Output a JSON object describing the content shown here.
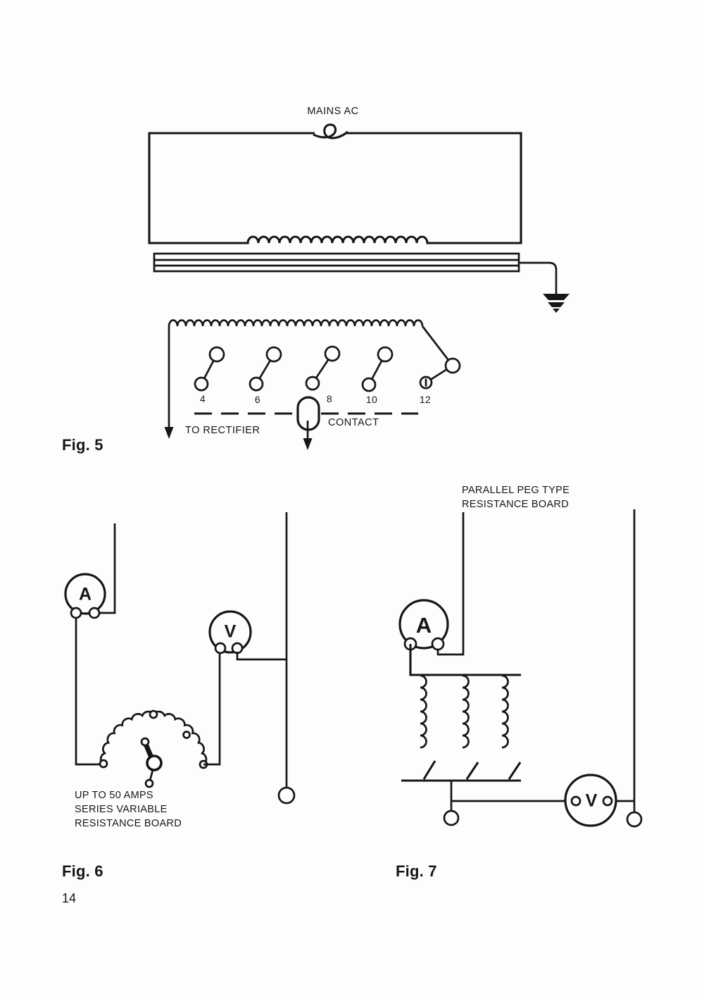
{
  "page": {
    "number": "14",
    "colors": {
      "ink": "#161616",
      "paper": "#fdfdfd"
    }
  },
  "fig5": {
    "caption": "Fig. 5",
    "mains_label": "MAINS AC",
    "tap_labels": [
      "4",
      "6",
      "8",
      "10",
      "12"
    ],
    "to_rectifier_label": "TO RECTIFIER",
    "contact_label": "CONTACT"
  },
  "fig6": {
    "caption": "Fig. 6",
    "ammeter_label": "A",
    "voltmeter_label": "V",
    "board_label_lines": [
      "UP TO 50 AMPS",
      "SERIES VARIABLE",
      "RESISTANCE BOARD"
    ]
  },
  "fig7": {
    "caption": "Fig. 7",
    "ammeter_label": "A",
    "voltmeter_label": "V",
    "board_label_lines": [
      "PARALLEL PEG TYPE",
      "RESISTANCE BOARD"
    ]
  }
}
